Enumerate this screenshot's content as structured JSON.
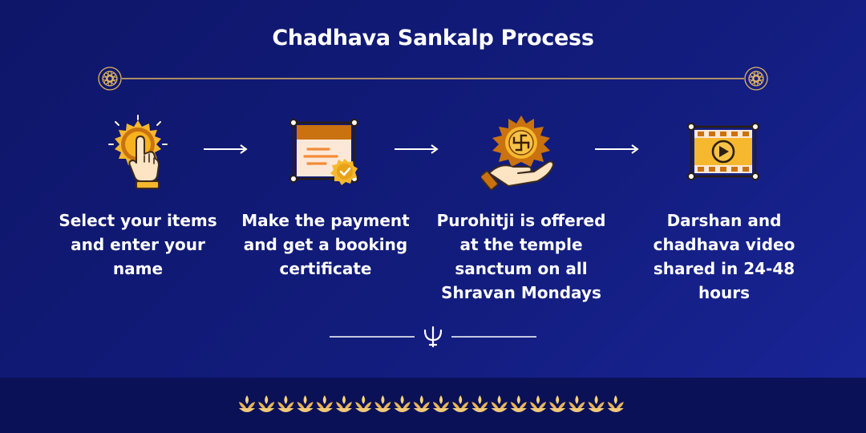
{
  "title": "Chadhava Sankalp Process",
  "colors": {
    "background": "#121c7c",
    "gold": "#f5b82e",
    "text": "#ffffff",
    "footer": "#0a1157"
  },
  "steps": [
    {
      "icon": "tap-hand-icon",
      "text": "Select your items and enter your name"
    },
    {
      "icon": "certificate-icon",
      "text": "Make the payment and get a booking certificate"
    },
    {
      "icon": "offering-hand-icon",
      "text": "Purohitji is offered at the temple sanctum on all Shravan Mondays"
    },
    {
      "icon": "video-film-icon",
      "text": "Darshan and chadhava video shared in 24-48 hours"
    }
  ]
}
